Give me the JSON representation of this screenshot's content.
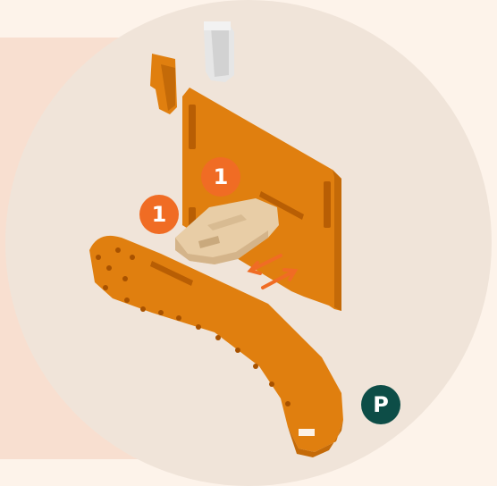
{
  "diagram": {
    "step_label_top": "1",
    "step_label_left": "1",
    "part_label": "P"
  },
  "colors": {
    "page_background": "#fdf3ea",
    "left_panel": "#f8dfd0",
    "circle_background": "#f0e4d9",
    "orange_part": "#e07f0f",
    "orange_part_dark": "#c46a08",
    "wood_part": "#e8cda6",
    "white_clip": "#e6e6e6",
    "step_badge": "#f06c24",
    "part_badge": "#0d4d47",
    "arrow": "#f06c24"
  },
  "icons": {
    "arrows": "double-arrow-icon"
  }
}
